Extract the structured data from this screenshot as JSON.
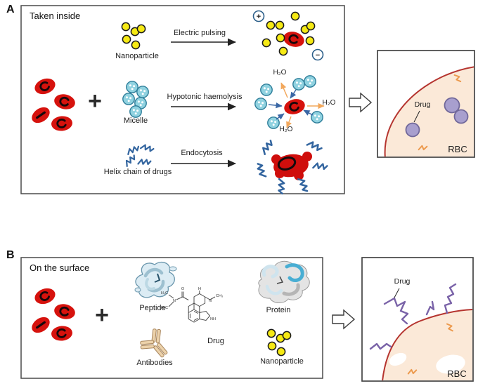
{
  "panel_a": {
    "letter": "A",
    "title": "Taken inside",
    "plus": "+",
    "charges": {
      "positive": "+",
      "negative": "−"
    },
    "components": [
      {
        "label": "Nanoparticle",
        "process": "Electric pulsing"
      },
      {
        "label": "Micelle",
        "process": "Hypotonic haemolysis"
      },
      {
        "label": "Helix chain of drugs",
        "process": "Endocytosis"
      }
    ],
    "water": {
      "top": "H₂O",
      "right": "H₂O",
      "bottom": "H₂O"
    },
    "inset": {
      "drug": "Drug",
      "rbc": "RBC"
    }
  },
  "panel_b": {
    "letter": "B",
    "title": "On the surface",
    "plus": "+",
    "components": {
      "peptide": "Peptide",
      "drug": "Drug",
      "antibodies": "Antibodies",
      "protein": "Protein",
      "nanoparticle": "Nanoparticle"
    },
    "molecule_labels": [
      "H₃C",
      "H₃C",
      "N",
      "O",
      "N",
      "CH₃",
      "NH",
      "H"
    ],
    "inset": {
      "drug": "Drug",
      "rbc": "RBC"
    }
  },
  "colors": {
    "rbc_red": "#d6120d",
    "nanoparticle_yellow": "#f6ea14",
    "micelle_blue": "#90d2e0",
    "helix_blue": "#33659f",
    "water_arrow_orange": "#f2a85c",
    "inward_arrow_blue": "#3a67a5",
    "drug_purple": "#a89fce",
    "surface_drug_purple": "#7a63a8",
    "rbc_cytoplasm": "#fbe9d8",
    "rbc_membrane": "#b5342f",
    "antibody_tan": "#ecd2ab",
    "peptide_blue": "#dcecf4",
    "protein_cyan": "#49aed3"
  }
}
